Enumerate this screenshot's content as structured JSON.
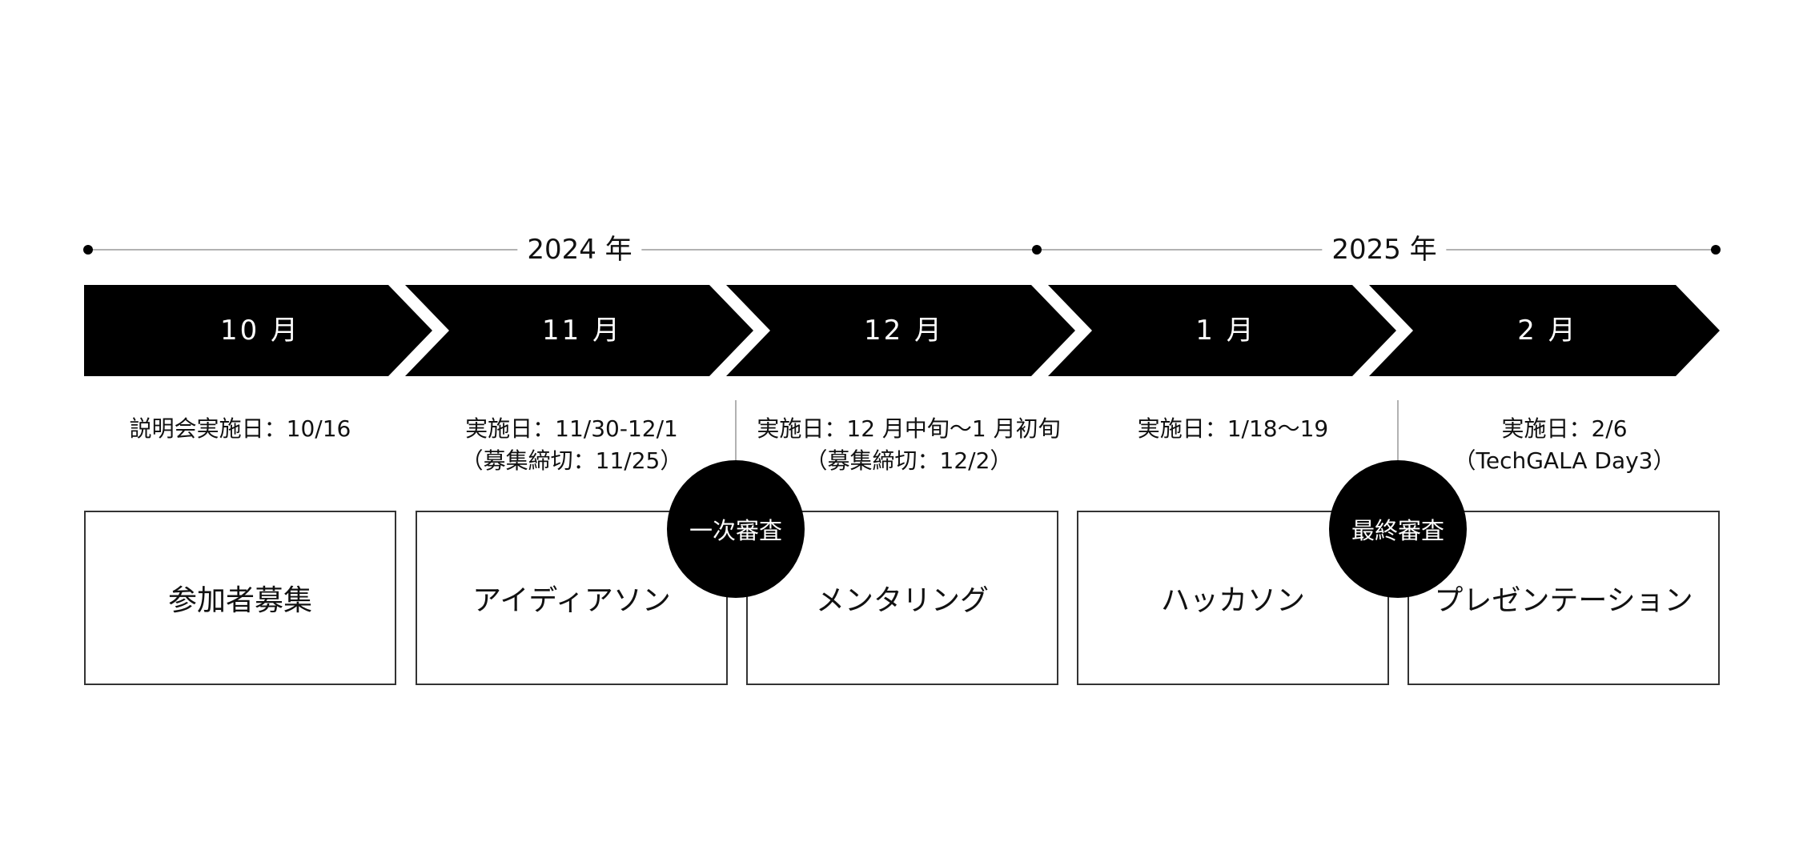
{
  "years": [
    {
      "id": "y2024",
      "label": "2024 年"
    },
    {
      "id": "y2025",
      "label": "2025 年"
    }
  ],
  "months": [
    {
      "id": "oct",
      "label": "10 月"
    },
    {
      "id": "nov",
      "label": "11 月"
    },
    {
      "id": "dec",
      "label": "12 月"
    },
    {
      "id": "jan",
      "label": "1 月"
    },
    {
      "id": "feb",
      "label": "2 月"
    }
  ],
  "notes": {
    "oct": [
      "説明会実施日：10/16"
    ],
    "nov": [
      "実施日：11/30-12/1",
      "（募集締切：11/25）"
    ],
    "dec": [
      "実施日：12 月中旬〜1 月初旬",
      "（募集締切：12/2）"
    ],
    "jan": [
      "実施日：1/18〜19"
    ],
    "feb": [
      "実施日：2/6",
      "（TechGALA Day3）"
    ]
  },
  "phases": [
    {
      "id": "recruit",
      "label": "参加者募集"
    },
    {
      "id": "ideathon",
      "label": "アイディアソン"
    },
    {
      "id": "mentoring",
      "label": "メンタリング"
    },
    {
      "id": "hackathon",
      "label": "ハッカソン"
    },
    {
      "id": "presentation",
      "label": "プレゼンテーション"
    }
  ],
  "reviews": [
    {
      "id": "first",
      "label": "一次審査"
    },
    {
      "id": "final",
      "label": "最終審査"
    }
  ],
  "colors": {
    "arrow_fill": "#000000",
    "circle_fill": "#000000",
    "line": "#999999",
    "box_border": "#333333"
  }
}
